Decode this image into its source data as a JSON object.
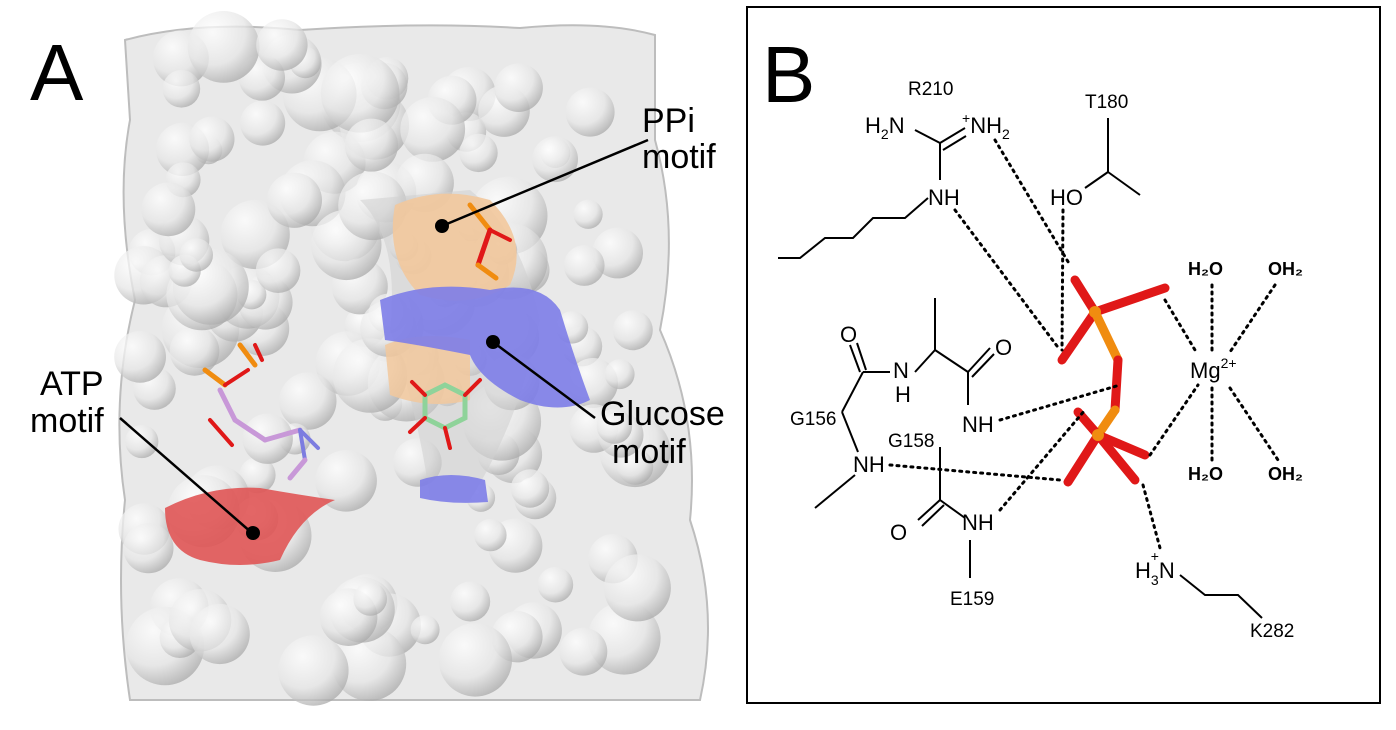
{
  "panel_a": {
    "label": "A",
    "callouts": {
      "ppi_line1": "PPi",
      "ppi_line2": "motif",
      "atp_line1": "ATP",
      "atp_line2": "motif",
      "glucose_line1": "Glucose",
      "glucose_line2": "motif"
    }
  },
  "panel_b": {
    "label": "B",
    "residues": {
      "r210": "R210",
      "t180": "T180",
      "g156": "G156",
      "g158": "G158",
      "e159": "E159",
      "k282": "K282"
    },
    "atoms": {
      "h2n_h": "H",
      "h2n_sub": "2",
      "h2n_n": "N",
      "nh2_plus": "+",
      "nh2_n": "NH",
      "nh2_sub": "2",
      "nh_arg": "NH",
      "ho": "HO",
      "o_top": "O",
      "o_right": "O",
      "nh_left_n": "N",
      "nh_left_h": "H",
      "nh_g158": "NH",
      "nh_g156": "NH",
      "o_bottom": "O",
      "nh_e159": "NH",
      "h3n_h": "H",
      "h3n_sub": "3",
      "h3n_plus": "+",
      "h3n_n": "N",
      "mg": "Mg",
      "mg_charge": "2+",
      "water_h2o": "H₂O",
      "water_oh2": "OH₂"
    }
  },
  "colors": {
    "ppi_motif": "#f2c89c",
    "glucose_motif": "#7d7de8",
    "atp_motif": "#e05555",
    "phosphate_p": "#f08c10",
    "phosphate_o": "#e01818"
  }
}
